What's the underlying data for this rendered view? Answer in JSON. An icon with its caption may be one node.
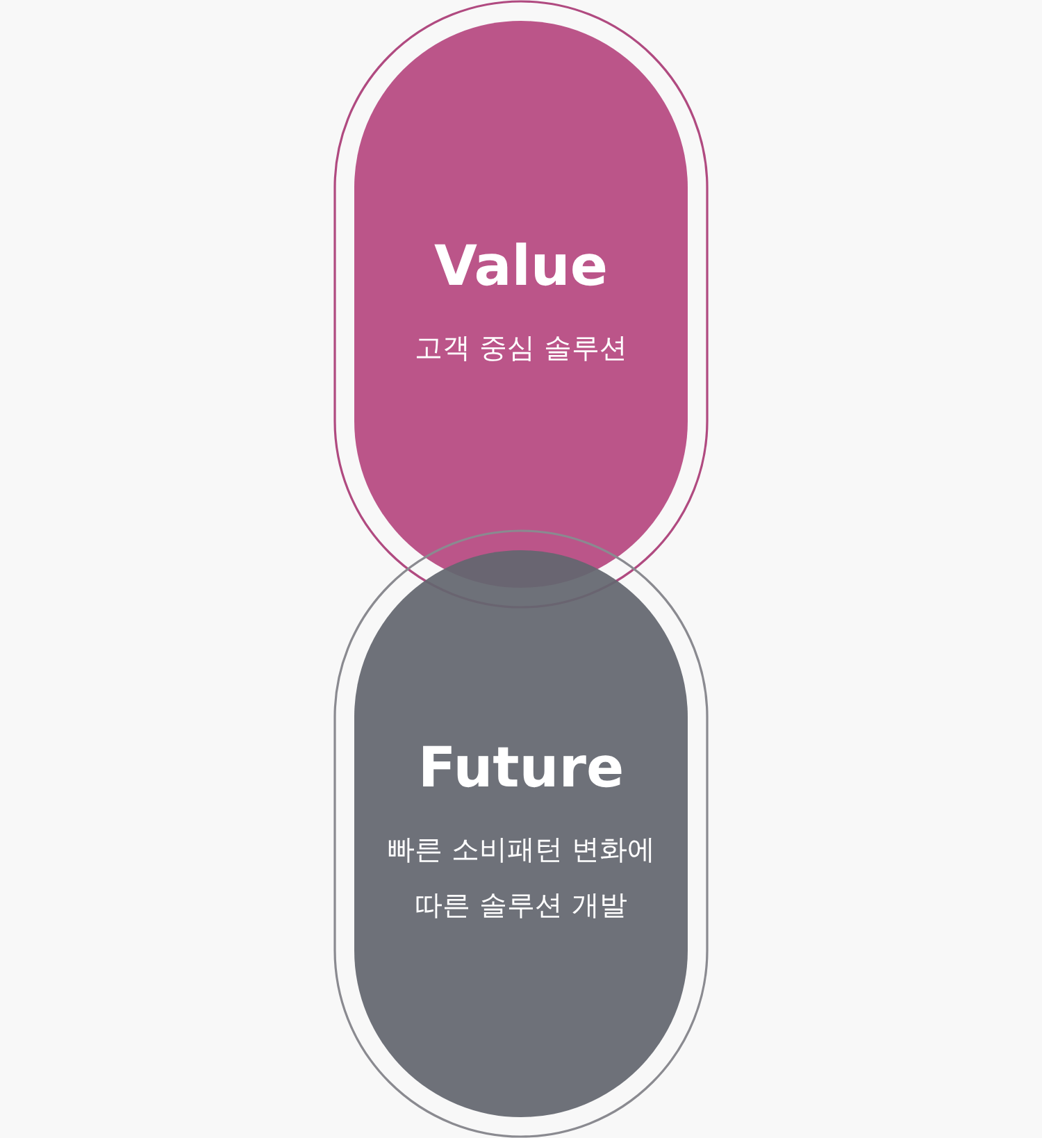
{
  "diagram": {
    "nodes": [
      {
        "text": [
          "Value",
          "고객 중심 솔루션"
        ]
      },
      {
        "text": [
          "Future",
          "빠른 소비패턴 변화에 따른 솔루션 개발"
        ]
      }
    ]
  }
}
